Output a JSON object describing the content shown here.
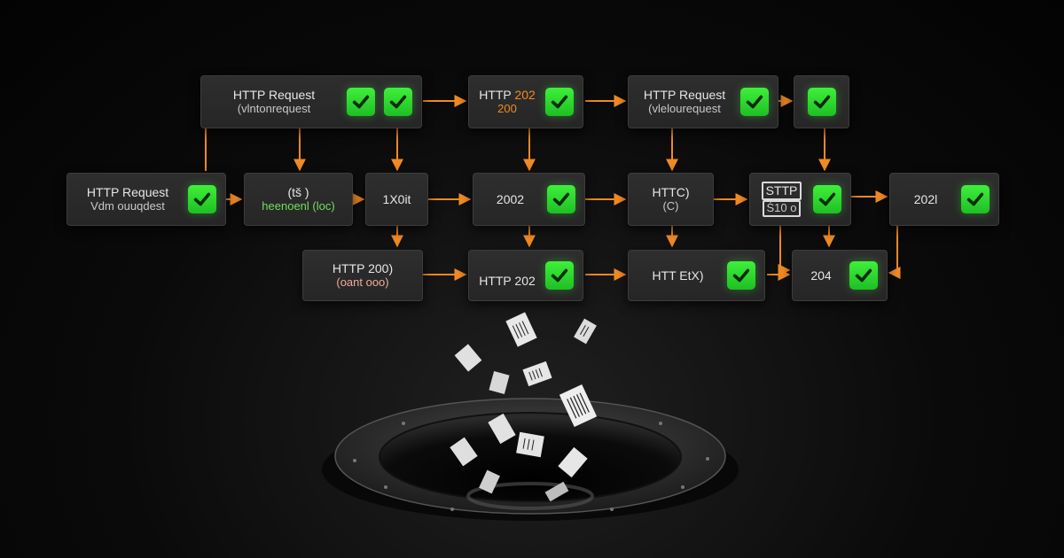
{
  "colors": {
    "accent": "#f08a24",
    "check": "#2fe03a",
    "node_bg": "#2a2a2a"
  },
  "nodes": [
    {
      "id": "n1",
      "line1": "HTTP Request",
      "line2": "(vlntonrequest",
      "checks": 2
    },
    {
      "id": "n2",
      "line1": "HTTP 202",
      "line2": "200",
      "line2_color": "orange",
      "line1_orange_suffix": true,
      "checks": 1
    },
    {
      "id": "n3",
      "line1": "HTTP Request",
      "line2": "(vlelourequest",
      "checks": 1
    },
    {
      "id": "n4",
      "line1": "",
      "line2": "",
      "checks": 1
    },
    {
      "id": "n5",
      "line1": "HTTP Request",
      "line2": "Vdm ouuqdest",
      "checks": 1
    },
    {
      "id": "n6",
      "line1": "(tš )",
      "line2": "heenoenl (loc)",
      "line2_color": "green",
      "checks": 0
    },
    {
      "id": "n7",
      "line1": "1X0it",
      "line2": "",
      "checks": 0
    },
    {
      "id": "n8",
      "line1": "2002",
      "line2": "",
      "checks": 1
    },
    {
      "id": "n9",
      "line1": "HTTC)",
      "line2": "(C)",
      "checks": 0
    },
    {
      "id": "n10",
      "line1": "STTP",
      "line2": "Ś10 o",
      "bracket": true,
      "checks": 1
    },
    {
      "id": "n11",
      "line1": "202l",
      "line2": "",
      "checks": 1
    },
    {
      "id": "n12",
      "line1": "HTTP 200)",
      "line2": "(oant ooo)",
      "line2_color": "pink",
      "checks": 0
    },
    {
      "id": "n13",
      "line1": "HTTP 202",
      "line2": "",
      "underline": true,
      "checks": 1
    },
    {
      "id": "n14",
      "line1": "HTT EtX)",
      "line2": "",
      "checks": 1
    },
    {
      "id": "n15",
      "line1": "204",
      "line2": "",
      "checks": 1
    }
  ]
}
